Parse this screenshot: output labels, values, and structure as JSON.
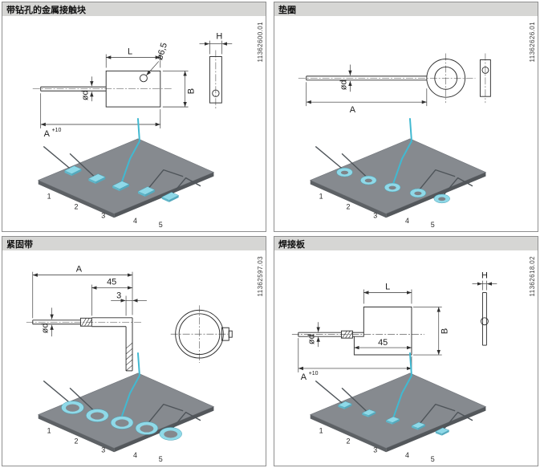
{
  "colors": {
    "header_bg": "#d6d6d4",
    "panel_border": "#8f8f8f",
    "drawing_line": "#2f2f2f",
    "plate_gray": "#868a8f",
    "part_cyan": "#8fd9e8",
    "wire_gray": "#4e5459",
    "wire_teal": "#41b9d1"
  },
  "panels": [
    {
      "title": "带钻孔的金属接触块",
      "part_number": "11362600.01",
      "dims": {
        "d": "ød",
        "L": "L",
        "hole": "ø6,5",
        "B": "B",
        "A": "A",
        "A_tol": "+10",
        "H": "H"
      },
      "items": [
        "1",
        "2",
        "3",
        "4",
        "5"
      ]
    },
    {
      "title": "垫圈",
      "part_number": "11362626.01",
      "dims": {
        "d": "ød",
        "A": "A"
      },
      "items": [
        "1",
        "2",
        "3",
        "4",
        "5"
      ]
    },
    {
      "title": "紧固带",
      "part_number": "11362597.03",
      "dims": {
        "A": "A",
        "w45": "45",
        "t3": "3",
        "d": "ød"
      },
      "items": [
        "1",
        "2",
        "3",
        "4",
        "5"
      ]
    },
    {
      "title": "焊接板",
      "part_number": "11362618.02",
      "dims": {
        "L": "L",
        "H": "H",
        "d": "ød",
        "B": "B",
        "w45": "45",
        "A": "A",
        "A_tol": "+10"
      },
      "items": [
        "1",
        "2",
        "3",
        "4",
        "5"
      ]
    }
  ]
}
